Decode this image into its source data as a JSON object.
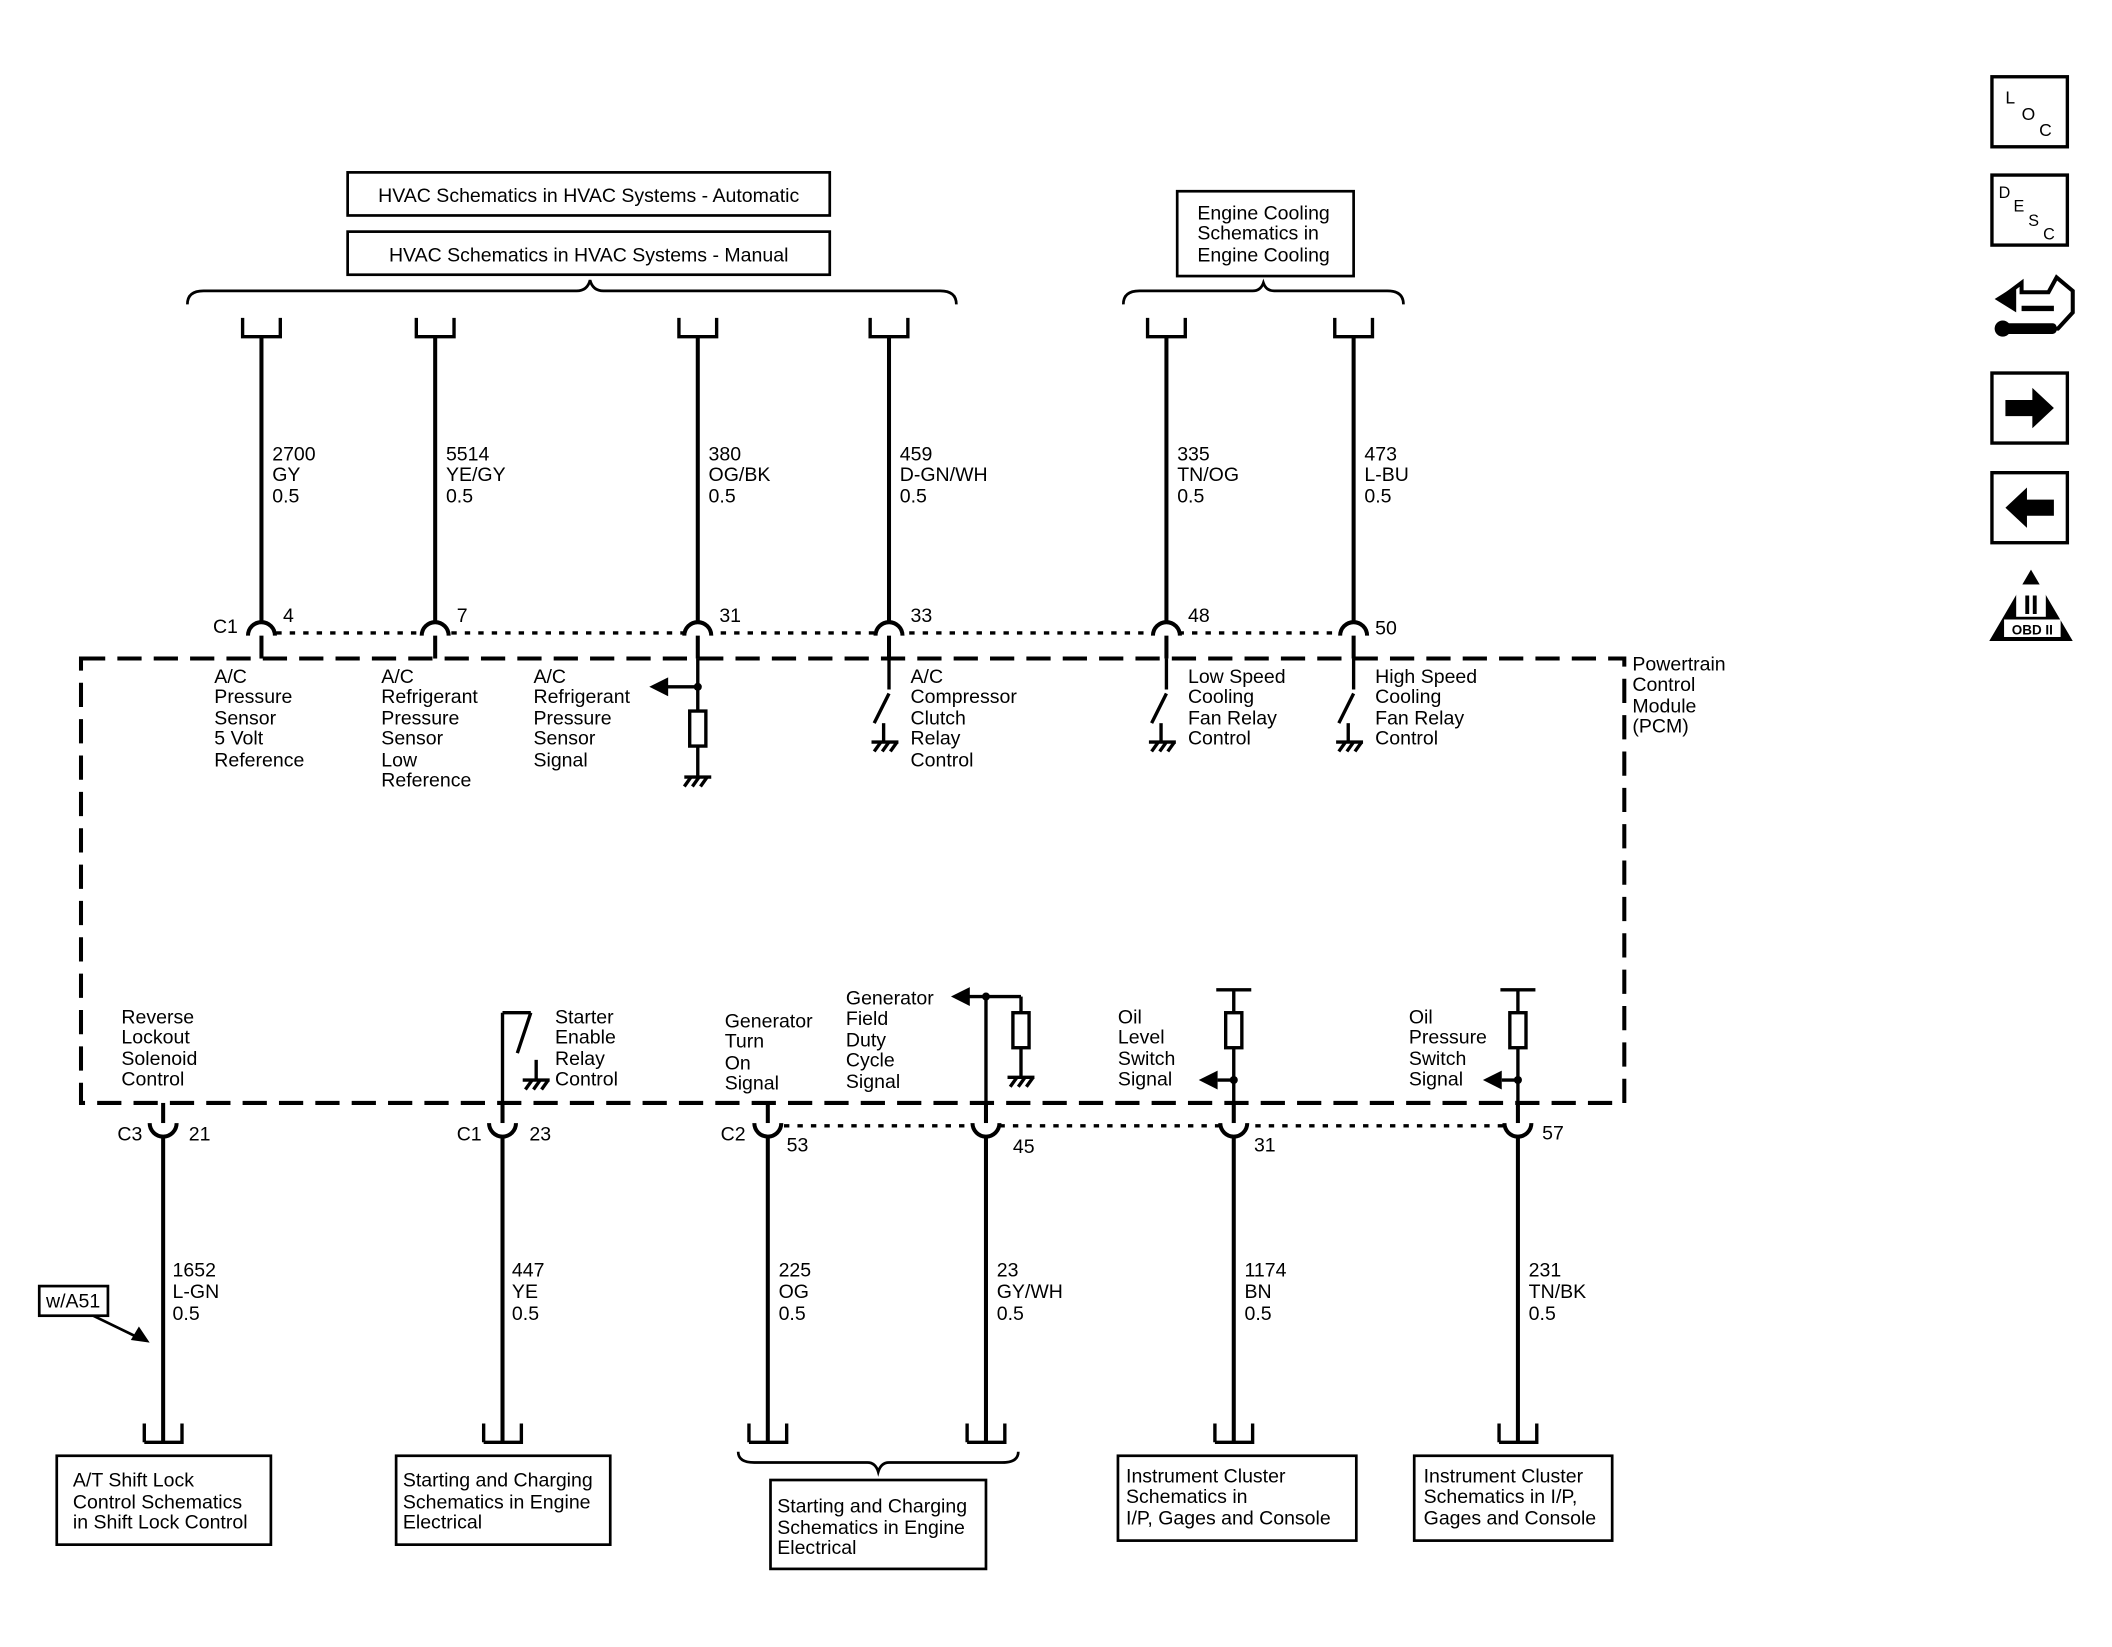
{
  "top_connectors": [
    {
      "id": "c1-4",
      "pin": "4",
      "connector": "C1",
      "circuit": "2700",
      "color": "GY",
      "size": "0.5",
      "description": [
        "A/C",
        "Pressure",
        "Sensor",
        "5 Volt",
        "Reference"
      ]
    },
    {
      "id": "c1-7",
      "pin": "7",
      "circuit": "5514",
      "color": "YE/GY",
      "size": "0.5",
      "description": [
        "A/C",
        "Refrigerant",
        "Pressure",
        "Sensor",
        "Low",
        "Reference"
      ]
    },
    {
      "id": "c1-31",
      "pin": "31",
      "circuit": "380",
      "color": "OG/BK",
      "size": "0.5",
      "description": [
        "A/C",
        "Refrigerant",
        "Pressure",
        "Sensor",
        "Signal"
      ]
    },
    {
      "id": "c1-33",
      "pin": "33",
      "circuit": "459",
      "color": "D-GN/WH",
      "size": "0.5",
      "description": [
        "A/C",
        "Compressor",
        "Clutch",
        "Relay",
        "Control"
      ]
    },
    {
      "id": "c1-48",
      "pin": "48",
      "circuit": "335",
      "color": "TN/OG",
      "size": "0.5",
      "description": [
        "Low Speed",
        "Cooling",
        "Fan Relay",
        "Control"
      ]
    },
    {
      "id": "c1-50",
      "pin": "50",
      "circuit": "473",
      "color": "L-BU",
      "size": "0.5",
      "description": [
        "High Speed",
        "Cooling",
        "Fan Relay",
        "Control"
      ]
    }
  ],
  "bottom_connectors": [
    {
      "id": "c3-21",
      "pin": "21",
      "connector": "C3",
      "circuit": "1652",
      "color": "L-GN",
      "size": "0.5",
      "description": [
        "Reverse",
        "Lockout",
        "Solenoid",
        "Control"
      ]
    },
    {
      "id": "c1-23",
      "pin": "23",
      "connector": "C1",
      "circuit": "447",
      "color": "YE",
      "size": "0.5",
      "description": [
        "Starter",
        "Enable",
        "Relay",
        "Control"
      ]
    },
    {
      "id": "c2-53",
      "pin": "53",
      "connector": "C2",
      "circuit": "225",
      "color": "OG",
      "size": "0.5",
      "description": [
        "Generator",
        "Turn",
        "On",
        "Signal"
      ]
    },
    {
      "id": "c2-45",
      "pin": "45",
      "circuit": "23",
      "color": "GY/WH",
      "size": "0.5",
      "description": [
        "Generator",
        "Field",
        "Duty",
        "Cycle",
        "Signal"
      ]
    },
    {
      "id": "c2-31",
      "pin": "31",
      "circuit": "1174",
      "color": "BN",
      "size": "0.5",
      "description": [
        "Oil",
        "Level",
        "Switch",
        "Signal"
      ]
    },
    {
      "id": "c2-57",
      "pin": "57",
      "circuit": "231",
      "color": "TN/BK",
      "size": "0.5",
      "description": [
        "Oil",
        "Pressure",
        "Switch",
        "Signal"
      ]
    }
  ],
  "module": {
    "name": [
      "Powertrain",
      "Control",
      "Module",
      "(PCM)"
    ]
  },
  "top_boxes": {
    "hvac_automatic": "HVAC Schematics in HVAC Systems - Automatic",
    "hvac_manual": "HVAC Schematics in HVAC Systems - Manual",
    "engine_cooling": [
      "Engine Cooling",
      "Schematics in",
      "Engine Cooling"
    ]
  },
  "bottom_boxes": {
    "shift_lock": [
      "A/T Shift Lock",
      "Control Schematics",
      "in Shift Lock Control"
    ],
    "starting_charging_1": [
      "Starting and Charging",
      "Schematics in Engine",
      "Electrical"
    ],
    "starting_charging_2": [
      "Starting and Charging",
      "Schematics in Engine",
      "Electrical"
    ],
    "instrument_cluster_1": [
      "Instrument Cluster",
      "Schematics in",
      "I/P, Gages and Console"
    ],
    "instrument_cluster_2": [
      "Instrument Cluster",
      "Schematics in I/P,",
      "Gages and Console"
    ]
  },
  "option_tag": "w/A51",
  "nav_icons": {
    "loc": [
      "L",
      "O",
      "C"
    ],
    "desc": [
      "D",
      "E",
      "S",
      "C"
    ],
    "obd_numeral": "II",
    "obd_label": "OBD II",
    "items": [
      "location-icon",
      "description-icon",
      "connector-wrench-icon",
      "next-arrow-icon",
      "previous-arrow-icon",
      "obd-ii-icon"
    ]
  }
}
